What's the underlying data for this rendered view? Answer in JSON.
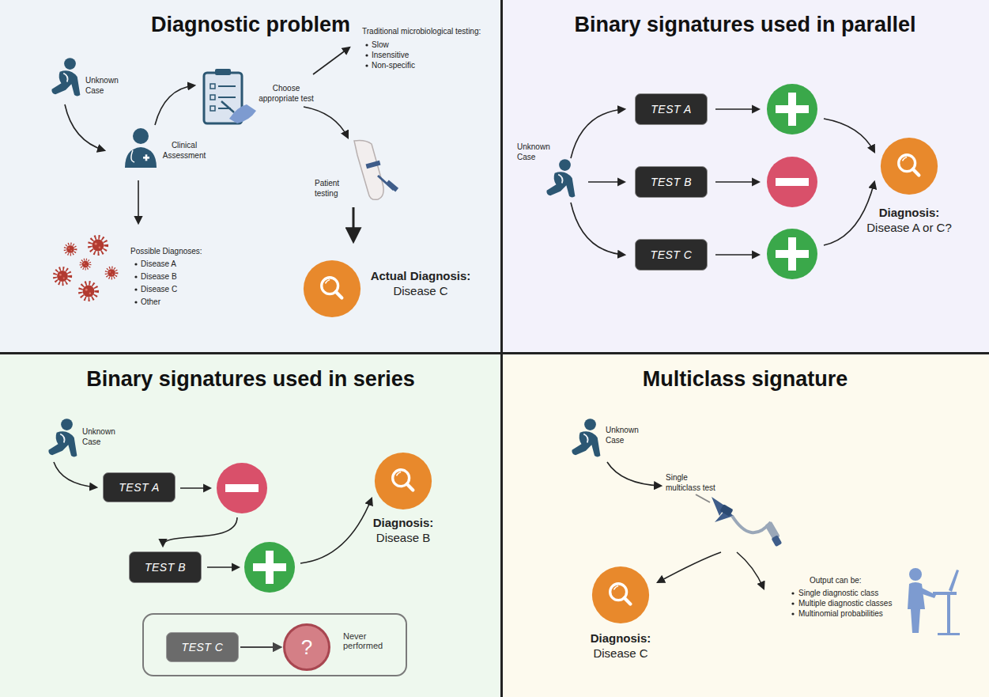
{
  "diagram": {
    "nodes": [
      {
        "text": [
          "Diagnostic problem"
        ]
      },
      {
        "text": [
          "Binary signatures used in parallel"
        ]
      },
      {
        "text": [
          "TEST A"
        ],
        "in": 1
      },
      {
        "text": [
          "TEST B"
        ],
        "in": 1
      },
      {
        "text": [
          "TEST C"
        ],
        "in": 1
      },
      {
        "text": [
          "Binary signatures used in series"
        ]
      },
      {
        "text": [
          "TEST A"
        ],
        "in": 5
      },
      {
        "text": [
          "TEST B"
        ],
        "in": 5
      },
      {
        "text": [
          "Never performed"
        ],
        "in": 5
      },
      {
        "text": [
          "TEST C"
        ],
        "in": 8
      },
      {
        "text": [
          "?"
        ],
        "in": 8
      },
      {
        "text": [
          "Multiclass signature"
        ]
      }
    ],
    "edges": [
      {
        "from": 9,
        "to": 10,
        "arrow": "to"
      }
    ],
    "labels": [
      "Unknown Case",
      "Clinical Assessment",
      "Choose appropriate test",
      "Traditional microbiological testing:",
      "Slow",
      "Insensitive",
      "Non-specific",
      "Patient testing",
      "Possible Diagnoses:",
      "Disease A",
      "Disease B",
      "Disease C",
      "Other",
      "Actual Diagnosis:",
      "Disease C",
      "Unknown Case",
      "Diagnosis:",
      "Disease A or C?",
      "Unknown Case",
      "Diagnosis:",
      "Disease B",
      "Unknown Case",
      "Single multiclass test",
      "Output can be:",
      "Single diagnostic class",
      "Multiple diagnostic classes",
      "Multinomial probabilities",
      "Diagnosis:",
      "Disease C"
    ]
  }
}
